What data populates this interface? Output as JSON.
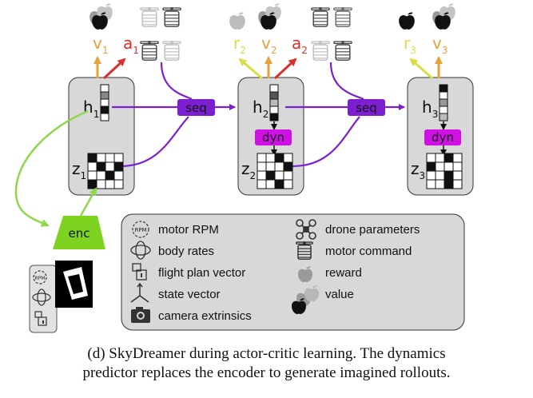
{
  "steps": [
    {
      "h_label": "h",
      "h_sub": "1",
      "z_label": "z",
      "z_sub": "1"
    },
    {
      "h_label": "h",
      "h_sub": "2",
      "z_label": "z",
      "z_sub": "2",
      "dyn_label": "dyn"
    },
    {
      "h_label": "h",
      "h_sub": "3",
      "z_label": "z",
      "z_sub": "3",
      "dyn_label": "dyn"
    }
  ],
  "outputs": [
    {
      "v_label": "v",
      "v_sub": "1",
      "a_label": "a",
      "a_sub": "1"
    },
    {
      "r_label": "r",
      "r_sub": "2",
      "v_label": "v",
      "v_sub": "2",
      "a_label": "a",
      "a_sub": "2"
    },
    {
      "r_label": "r",
      "r_sub": "3",
      "v_label": "v",
      "v_sub": "3"
    }
  ],
  "seq_labels": [
    "seq",
    "seq"
  ],
  "encoder_label": "enc",
  "rpm_badge": "RPM",
  "legend": [
    {
      "icon": "rpm-icon",
      "label": "motor RPM"
    },
    {
      "icon": "body-rates-icon",
      "label": "body rates"
    },
    {
      "icon": "flight-plan-icon",
      "label": "flight plan vector"
    },
    {
      "icon": "state-vector-icon",
      "label": "state vector"
    },
    {
      "icon": "camera-icon",
      "label": "camera extrinsics"
    },
    {
      "icon": "drone-icon",
      "label": "drone parameters"
    },
    {
      "icon": "motor-icon",
      "label": "motor command"
    },
    {
      "icon": "apple-icon",
      "label": "reward"
    },
    {
      "icon": "apples-icon",
      "label": "value"
    }
  ],
  "colors": {
    "seq_purple": "#7c1fd1",
    "dyn_magenta": "#d011e6",
    "encoder_green": "#7ed321",
    "arrow_green": "#8fd64a",
    "value_orange": "#e8a13a",
    "action_red": "#d9302c",
    "reward_yellow": "#d9dd41",
    "box_gray": "#d8d8d8"
  },
  "caption": {
    "line1": "(d) SkyDreamer during actor-critic learning. The dynamics",
    "line2": "predictor replaces the encoder to generate imagined rollouts."
  }
}
